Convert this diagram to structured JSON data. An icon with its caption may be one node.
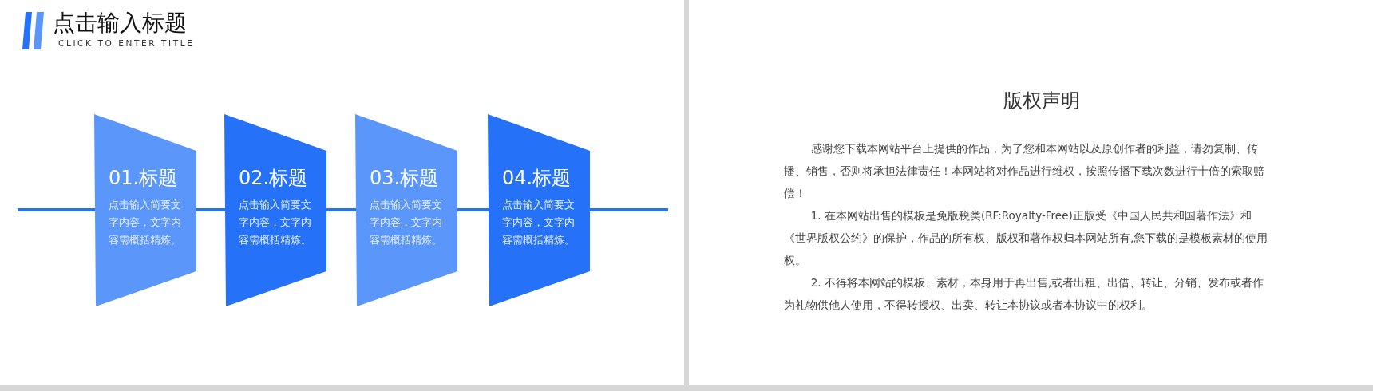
{
  "diagram": {
    "title": "点击输入标题",
    "nodes": [
      {
        "text": [
          "01.标题",
          "点击输入简要文字内容，文字内容需概括精炼。"
        ]
      },
      {
        "text": [
          "02.标题",
          "点击输入简要文字内容，文字内容需概括精炼。"
        ]
      },
      {
        "text": [
          "03.标题",
          "点击输入简要文字内容，文字内容需概括精炼。"
        ]
      },
      {
        "text": [
          "04.标题",
          "点击输入简要文字内容，文字内容需概括精炼。"
        ]
      }
    ],
    "edges": [
      {
        "from": null,
        "to": 0,
        "arrow": "none"
      },
      {
        "from": 0,
        "to": 1,
        "arrow": "none"
      },
      {
        "from": 1,
        "to": 2,
        "arrow": "none"
      },
      {
        "from": 2,
        "to": 3,
        "arrow": "none"
      },
      {
        "from": 3,
        "to": null,
        "arrow": "none"
      }
    ],
    "labels": [
      "CLICK TO ENTER TITLE",
      "版权声明",
      "感谢您下载本网站平台上提供的作品，为了您和本网站以及原创作者的利益，请勿复制、传播、销售，否则将承担法律责任！本网站将对作品进行维权，按照传播下载次数进行十倍的索取赔偿！",
      "1. 在本网站出售的模板是免版税类(RF:Royalty-Free)正版受《中国人民共和国著作法》和《世界版权公约》的保护，作品的所有权、版权和著作权归本网站所有,您下载的是模板素材的使用权。",
      "2. 不得将本网站的模板、素材，本身用于再出售,或者出租、出借、转让、分销、发布或者作为礼物供他人使用，不得转授权、出卖、转让本协议或者本协议中的权利。"
    ]
  }
}
